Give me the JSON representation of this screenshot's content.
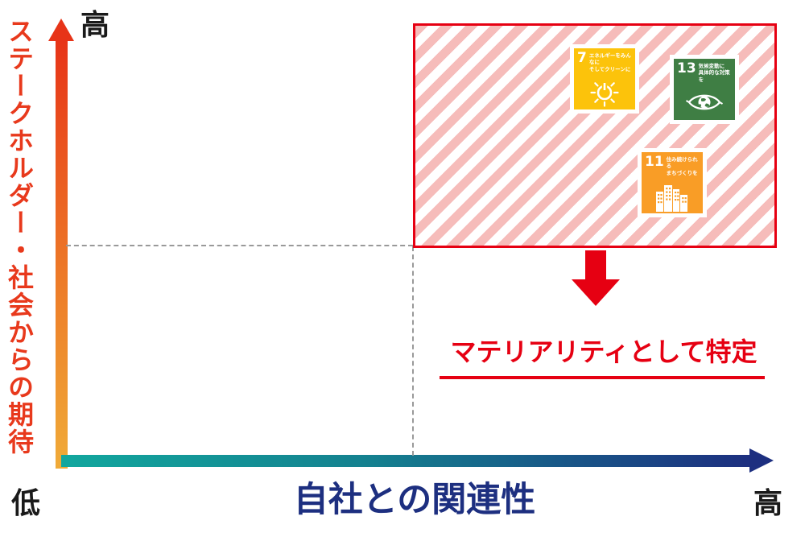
{
  "colors": {
    "accent_red": "#e60012",
    "y_axis_text_red": "#e8391c",
    "y_arrow_gradient_top": "#e73418",
    "y_arrow_gradient_bottom": "#f0ab38",
    "x_arrow_gradient_left": "#12a79e",
    "x_arrow_gradient_right": "#1d2f80",
    "x_axis_text_navy": "#1d2f80",
    "hatch_pink": "#f6bcba",
    "divider_gray": "#999999",
    "sdg7_yellow": "#fcc30b",
    "sdg13_green": "#3f7e44",
    "sdg11_orange": "#f99d26"
  },
  "y_axis": {
    "label": "ステークホルダー・社会からの期待",
    "top_label": "高",
    "bottom_label": "低"
  },
  "x_axis": {
    "label": "自社との関連性",
    "left_label": "低",
    "right_label": "高"
  },
  "materiality_zone": {
    "caption": "マテリアリティとして特定",
    "sdg_icons": [
      {
        "number": "7",
        "title_line1": "エネルギーをみんなに",
        "title_line2": "そしてクリーンに",
        "icon": "sun-power-icon"
      },
      {
        "number": "13",
        "title_line1": "気候変動に",
        "title_line2": "具体的な対策を",
        "icon": "eye-globe-icon"
      },
      {
        "number": "11",
        "title_line1": "住み続けられる",
        "title_line2": "まちづくりを",
        "icon": "city-buildings-icon"
      }
    ]
  }
}
